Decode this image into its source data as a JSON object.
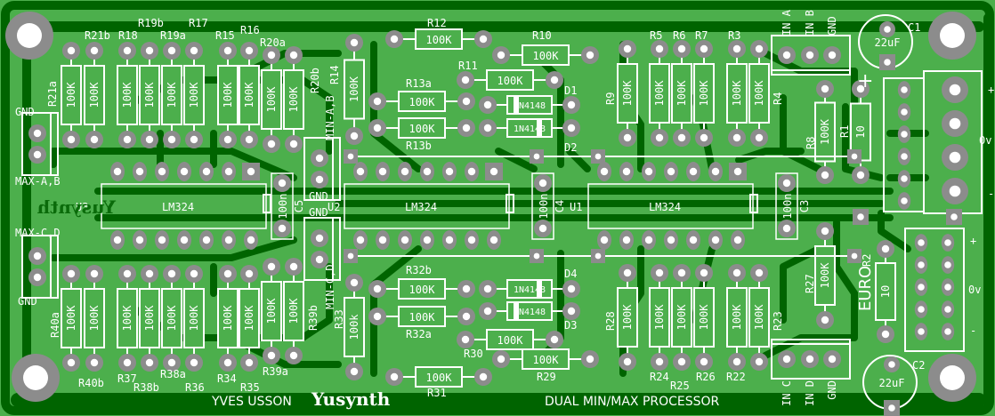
{
  "board": {
    "title": "DUAL MIN/MAX PROCESSOR",
    "author": "YVES USSON",
    "logo": "Yusynth",
    "mirrored_logo": "Yusynth",
    "colors": {
      "substrate": "#4caf4c",
      "copper_trace": "#006400",
      "pad": "#8c8c8c",
      "drill": "#ffffff",
      "silkscreen": "#ffffff"
    }
  },
  "resistors": [
    {
      "ref": "R21a",
      "value": "100K"
    },
    {
      "ref": "R21b",
      "value": "100K"
    },
    {
      "ref": "R18",
      "value": "100K"
    },
    {
      "ref": "R19b",
      "value": "100K"
    },
    {
      "ref": "R19a",
      "value": "100K"
    },
    {
      "ref": "R17",
      "value": "100K"
    },
    {
      "ref": "R15",
      "value": "100K"
    },
    {
      "ref": "R16",
      "value": "100K"
    },
    {
      "ref": "R20a",
      "value": "100K"
    },
    {
      "ref": "R20b",
      "value": "100K"
    },
    {
      "ref": "R14",
      "value": "100K"
    },
    {
      "ref": "R12",
      "value": "100K"
    },
    {
      "ref": "R10",
      "value": "100K"
    },
    {
      "ref": "R11",
      "value": "100K"
    },
    {
      "ref": "R13a",
      "value": "100K"
    },
    {
      "ref": "R13b",
      "value": "100K"
    },
    {
      "ref": "R9",
      "value": "100K"
    },
    {
      "ref": "R5",
      "value": "100K"
    },
    {
      "ref": "R6",
      "value": "100K"
    },
    {
      "ref": "R7",
      "value": "100K"
    },
    {
      "ref": "R3",
      "value": "100K"
    },
    {
      "ref": "R4",
      "value": "100K"
    },
    {
      "ref": "R8",
      "value": "100K"
    },
    {
      "ref": "R1",
      "value": "10"
    },
    {
      "ref": "R40a",
      "value": "100K"
    },
    {
      "ref": "R40b",
      "value": "100K"
    },
    {
      "ref": "R37",
      "value": "100K"
    },
    {
      "ref": "R38b",
      "value": "100K"
    },
    {
      "ref": "R38a",
      "value": "100K"
    },
    {
      "ref": "R36",
      "value": "100K"
    },
    {
      "ref": "R34",
      "value": "100K"
    },
    {
      "ref": "R35",
      "value": "100K"
    },
    {
      "ref": "R39a",
      "value": "100K"
    },
    {
      "ref": "R39b",
      "value": "100K"
    },
    {
      "ref": "R33",
      "value": "100k"
    },
    {
      "ref": "R32b",
      "value": "100K"
    },
    {
      "ref": "R32a",
      "value": "100K"
    },
    {
      "ref": "R30",
      "value": "100K"
    },
    {
      "ref": "R29",
      "value": "100K"
    },
    {
      "ref": "R31",
      "value": "100K"
    },
    {
      "ref": "R28",
      "value": "100K"
    },
    {
      "ref": "R24",
      "value": "100K"
    },
    {
      "ref": "R25",
      "value": "100K"
    },
    {
      "ref": "R26",
      "value": "100K"
    },
    {
      "ref": "R22",
      "value": "100K"
    },
    {
      "ref": "R23",
      "value": "100K"
    },
    {
      "ref": "R27",
      "value": "100K"
    },
    {
      "ref": "R2",
      "value": "10"
    }
  ],
  "diodes": [
    {
      "ref": "D1",
      "value": "1N4148"
    },
    {
      "ref": "D2",
      "value": "1N4148"
    },
    {
      "ref": "D3",
      "value": "1N4148"
    },
    {
      "ref": "D4",
      "value": "1N4148"
    }
  ],
  "ics": [
    {
      "ref": "U3",
      "value": "LM324"
    },
    {
      "ref": "U2",
      "value": "LM324"
    },
    {
      "ref": "U1",
      "value": "LM324"
    }
  ],
  "capacitors": [
    {
      "ref": "C5",
      "value": "100n"
    },
    {
      "ref": "C4",
      "value": "100n"
    },
    {
      "ref": "C3",
      "value": "100n"
    },
    {
      "ref": "C1",
      "value": "22uF"
    },
    {
      "ref": "C2",
      "value": "22uF"
    }
  ],
  "connectors": {
    "max_ab": {
      "label": "MAX-A,B",
      "gnd": "GND"
    },
    "max_cd": {
      "label": "MAX-C,D",
      "gnd": "GND"
    },
    "min_ab": {
      "label": "MIN-A,B",
      "gnd": "GND"
    },
    "min_cd": {
      "label": "MIN-C,D",
      "gnd": "GND"
    },
    "in_ab": {
      "pins": [
        "IN A",
        "IN B",
        "GND"
      ]
    },
    "in_cd": {
      "pins": [
        "IN C",
        "IN D",
        "GND"
      ]
    },
    "power_mta": {
      "plus": "+",
      "zero": "0v",
      "minus": "-"
    },
    "power_euro": {
      "label": "EURO",
      "plus": "+",
      "zero": "0v",
      "minus": "-"
    },
    "c1_plus": "+"
  }
}
